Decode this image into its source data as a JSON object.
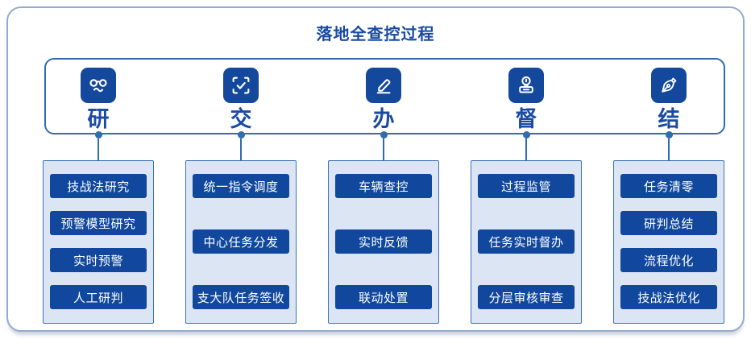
{
  "title": "落地全查控过程",
  "colors": {
    "accent_dark_blue": "#11489e",
    "band_border_blue": "#2e6cb5",
    "box_fill_light_blue": "#dbe5f4",
    "box_border_blue": "#3a71b5",
    "outer_border_blue_gray": "#94abd0",
    "text_on_dark": "#ffffff"
  },
  "stages": [
    {
      "label": "研",
      "icon": "glasses-icon",
      "items": [
        "技战法研究",
        "预警模型研究",
        "实时预警",
        "人工研判"
      ]
    },
    {
      "label": "交",
      "icon": "scan-check-icon",
      "items": [
        "统一指令调度",
        "中心任务分发",
        "支大队任务签收"
      ]
    },
    {
      "label": "办",
      "icon": "pencil-icon",
      "items": [
        "车辆查控",
        "实时反馈",
        "联动处置"
      ]
    },
    {
      "label": "督",
      "icon": "stamp-icon",
      "items": [
        "过程监管",
        "任务实时督办",
        "分层审核审查"
      ]
    },
    {
      "label": "结",
      "icon": "pen-nib-icon",
      "items": [
        "任务清零",
        "研判总结",
        "流程优化",
        "技战法优化"
      ]
    }
  ]
}
